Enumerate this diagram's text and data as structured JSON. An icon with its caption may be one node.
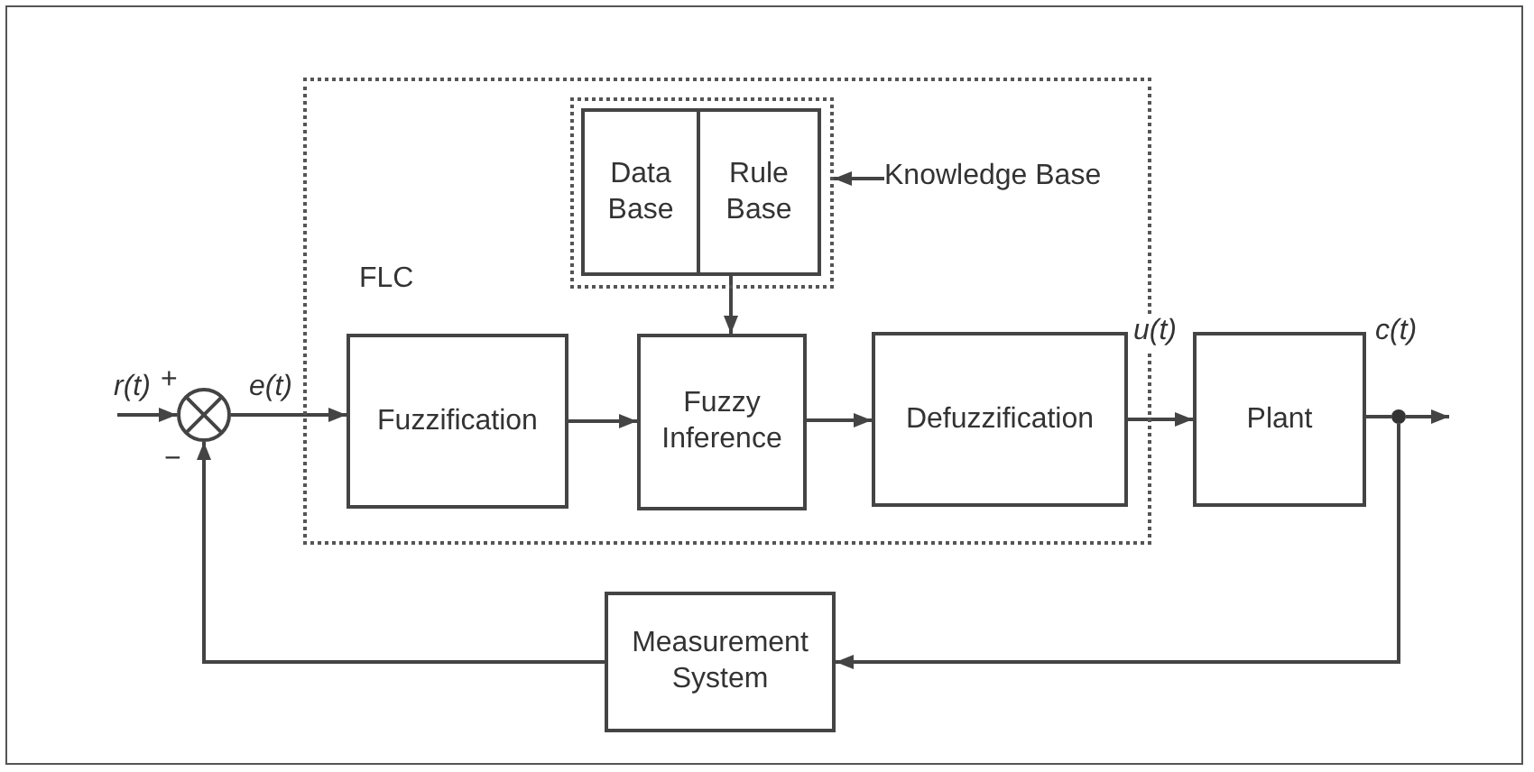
{
  "diagram": {
    "nodes": [
      {
        "text": [
          "FLC"
        ]
      },
      {
        "text": [],
        "shape": "box",
        "in": 0
      },
      {
        "text": [
          "Data Base"
        ],
        "in": 1
      },
      {
        "text": [
          "Rule Base"
        ],
        "in": 1
      },
      {
        "text": [
          "Knowledge Base"
        ],
        "in": 0
      },
      {
        "text": [
          "Fuzzification"
        ],
        "in": 0
      },
      {
        "text": [
          "Fuzzy Inference"
        ],
        "in": 0
      },
      {
        "text": [
          "Defuzzification"
        ],
        "in": 0
      },
      {
        "text": [
          "Plant"
        ]
      },
      {
        "text": [],
        "shape": "circle",
        "beside": [
          "+",
          "−"
        ]
      },
      {
        "text": [
          "Measurement System"
        ]
      },
      {
        "text": [],
        "shape": "dot"
      }
    ],
    "edges": [
      {
        "from": null,
        "to": 9,
        "arrow": "to",
        "label": "r(t)"
      },
      {
        "from": 9,
        "to": 5,
        "arrow": "to",
        "label": "e(t)"
      },
      {
        "from": 5,
        "to": 6,
        "arrow": "to"
      },
      {
        "from": 6,
        "to": 7,
        "arrow": "to"
      },
      {
        "from": 7,
        "to": 8,
        "arrow": "to",
        "label": "u(t)"
      },
      {
        "from": 8,
        "to": 11,
        "arrow": "none"
      },
      {
        "from": 11,
        "to": null,
        "arrow": "to",
        "label": "c(t)"
      },
      {
        "from": 11,
        "to": 10,
        "arrow": "to"
      },
      {
        "from": 10,
        "to": 9,
        "arrow": "to"
      },
      {
        "from": 4,
        "to": 1,
        "arrow": "to"
      },
      {
        "from": 3,
        "to": 6,
        "arrow": "to"
      }
    ]
  }
}
